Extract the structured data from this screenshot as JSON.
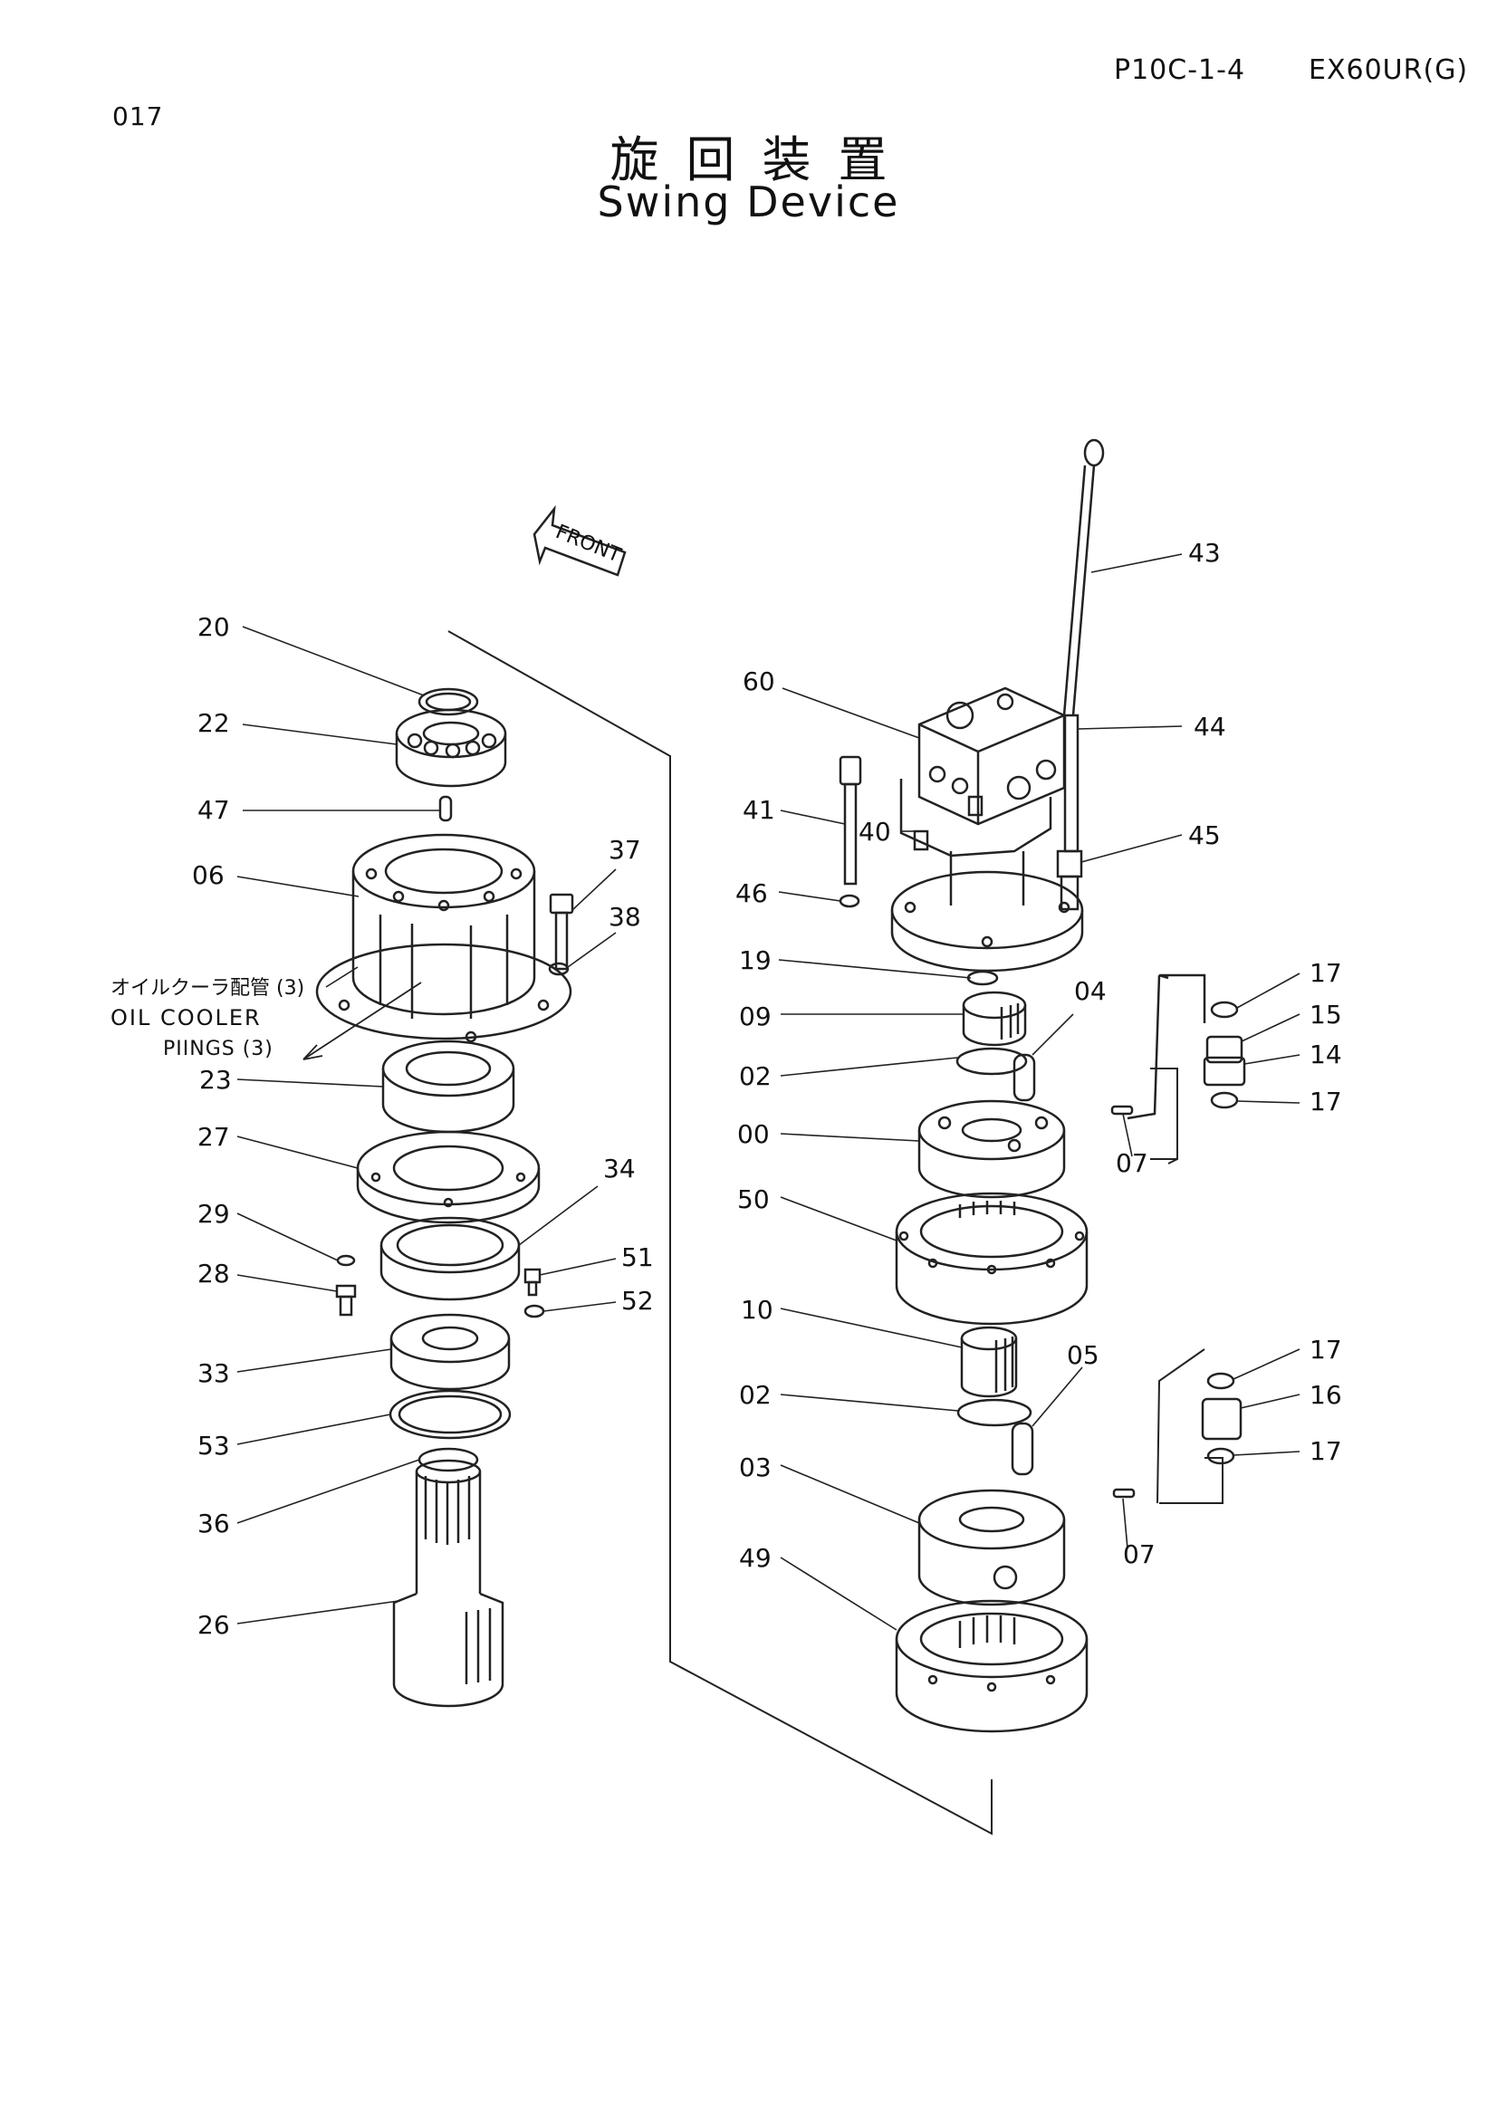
{
  "header": {
    "page_number": "017",
    "plate_code": "P10C-1-4",
    "model_code": "EX60UR(G)"
  },
  "title": {
    "japanese": "旋回装置",
    "english": "Swing Device"
  },
  "front_marker": "FRONT",
  "note": {
    "japanese": "オイルクーラ配管 (3)",
    "english_line1": "OIL  COOLER",
    "english_line2": "PIINGS (3)"
  },
  "callouts": {
    "c20": "20",
    "c22": "22",
    "c47": "47",
    "c06": "06",
    "c37": "37",
    "c38": "38",
    "c23": "23",
    "c27": "27",
    "c34": "34",
    "c29": "29",
    "c28": "28",
    "c51": "51",
    "c52": "52",
    "c33": "33",
    "c53": "53",
    "c36": "36",
    "c26": "26",
    "c60": "60",
    "c43": "43",
    "c44": "44",
    "c41": "41",
    "c40": "40",
    "c45": "45",
    "c46": "46",
    "c19": "19",
    "c09": "09",
    "c04": "04",
    "c02a": "02",
    "c00": "00",
    "c50": "50",
    "c10": "10",
    "c05": "05",
    "c02b": "02",
    "c03": "03",
    "c49": "49",
    "c17a": "17",
    "c15": "15",
    "c14": "14",
    "c17b": "17",
    "c07a": "07",
    "c17c": "17",
    "c16": "16",
    "c17d": "17",
    "c07b": "07"
  }
}
